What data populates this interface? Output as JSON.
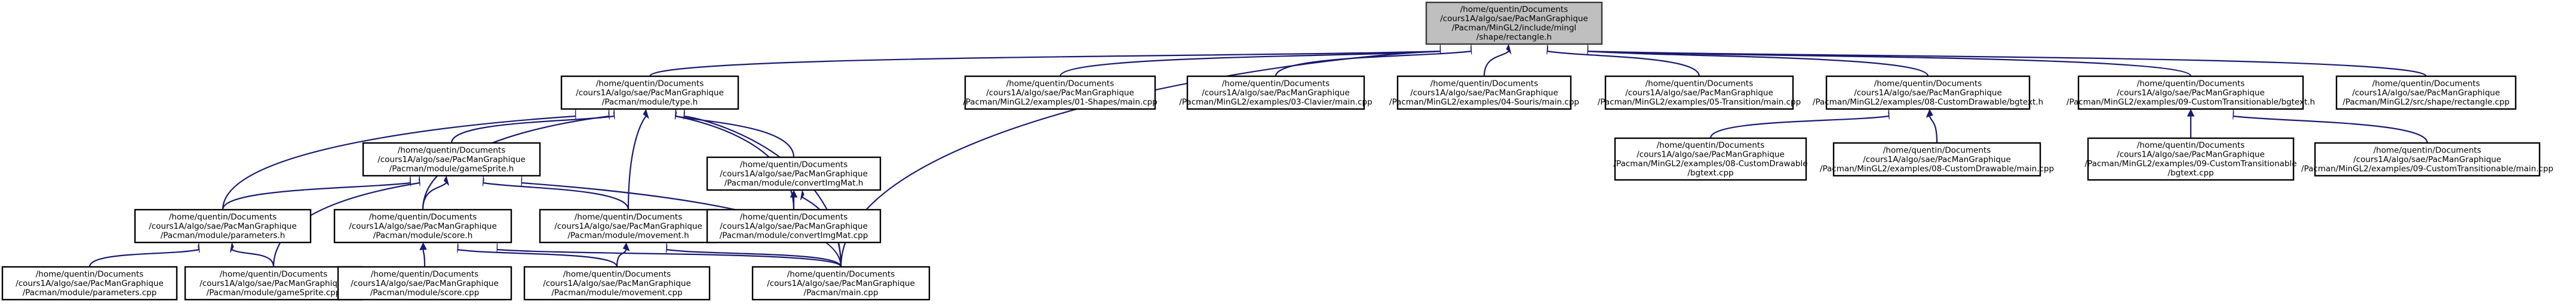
{
  "diagram": {
    "type": "doxygen-include-dependency-graph",
    "colors": {
      "edge": "#191970",
      "root_fill": "#bfbfbf",
      "node_fill": "#ffffff",
      "border": "#000000"
    },
    "nodes": [
      {
        "id": "rectangle_h",
        "root": true,
        "lines": [
          "/home/quentin/Documents",
          "/cours1A/algo/sae/PacManGraphique",
          "/Pacman/MinGL2/include/mingl",
          "/shape/rectangle.h"
        ]
      },
      {
        "id": "type_h",
        "lines": [
          "/home/quentin/Documents",
          "/cours1A/algo/sae/PacManGraphique",
          "/Pacman/module/type.h"
        ]
      },
      {
        "id": "ex01",
        "lines": [
          "/home/quentin/Documents",
          "/cours1A/algo/sae/PacManGraphique",
          "/Pacman/MinGL2/examples/01-Shapes/main.cpp"
        ]
      },
      {
        "id": "ex03",
        "lines": [
          "/home/quentin/Documents",
          "/cours1A/algo/sae/PacManGraphique",
          "/Pacman/MinGL2/examples/03-Clavier/main.cpp"
        ]
      },
      {
        "id": "ex04",
        "lines": [
          "/home/quentin/Documents",
          "/cours1A/algo/sae/PacManGraphique",
          "/Pacman/MinGL2/examples/04-Souris/main.cpp"
        ]
      },
      {
        "id": "ex05",
        "lines": [
          "/home/quentin/Documents",
          "/cours1A/algo/sae/PacManGraphique",
          "/Pacman/MinGL2/examples/05-Transition/main.cpp"
        ]
      },
      {
        "id": "bgtext_h08",
        "lines": [
          "/home/quentin/Documents",
          "/cours1A/algo/sae/PacManGraphique",
          "/Pacman/MinGL2/examples/08-CustomDrawable/bgtext.h"
        ]
      },
      {
        "id": "bgtext_h09",
        "lines": [
          "/home/quentin/Documents",
          "/cours1A/algo/sae/PacManGraphique",
          "/Pacman/MinGL2/examples/09-CustomTransitionable/bgtext.h"
        ]
      },
      {
        "id": "rect_cpp",
        "lines": [
          "/home/quentin/Documents",
          "/cours1A/algo/sae/PacManGraphique",
          "/Pacman/MinGL2/src/shape/rectangle.cpp"
        ]
      },
      {
        "id": "gamesprite_h",
        "lines": [
          "/home/quentin/Documents",
          "/cours1A/algo/sae/PacManGraphique",
          "/Pacman/module/gameSprite.h"
        ]
      },
      {
        "id": "convertimgmat_h",
        "lines": [
          "/home/quentin/Documents",
          "/cours1A/algo/sae/PacManGraphique",
          "/Pacman/module/convertImgMat.h"
        ]
      },
      {
        "id": "parameters_h",
        "lines": [
          "/home/quentin/Documents",
          "/cours1A/algo/sae/PacManGraphique",
          "/Pacman/module/parameters.h"
        ]
      },
      {
        "id": "score_h",
        "lines": [
          "/home/quentin/Documents",
          "/cours1A/algo/sae/PacManGraphique",
          "/Pacman/module/score.h"
        ]
      },
      {
        "id": "movement_h",
        "lines": [
          "/home/quentin/Documents",
          "/cours1A/algo/sae/PacManGraphique",
          "/Pacman/module/movement.h"
        ]
      },
      {
        "id": "convertimgmat_cpp",
        "lines": [
          "/home/quentin/Documents",
          "/cours1A/algo/sae/PacManGraphique",
          "/Pacman/module/convertImgMat.cpp"
        ]
      },
      {
        "id": "parameters_cpp",
        "lines": [
          "/home/quentin/Documents",
          "/cours1A/algo/sae/PacManGraphique",
          "/Pacman/module/parameters.cpp"
        ]
      },
      {
        "id": "gamesprite_cpp",
        "lines": [
          "/home/quentin/Documents",
          "/cours1A/algo/sae/PacManGraphique",
          "/Pacman/module/gameSprite.cpp"
        ]
      },
      {
        "id": "score_cpp",
        "lines": [
          "/home/quentin/Documents",
          "/cours1A/algo/sae/PacManGraphique",
          "/Pacman/module/score.cpp"
        ]
      },
      {
        "id": "movement_cpp",
        "lines": [
          "/home/quentin/Documents",
          "/cours1A/algo/sae/PacManGraphique",
          "/Pacman/module/movement.cpp"
        ]
      },
      {
        "id": "main_cpp",
        "lines": [
          "/home/quentin/Documents",
          "/cours1A/algo/sae/PacManGraphique",
          "/Pacman/main.cpp"
        ]
      },
      {
        "id": "bgtext_cpp08",
        "lines": [
          "/home/quentin/Documents",
          "/cours1A/algo/sae/PacManGraphique",
          "/Pacman/MinGL2/examples/08-CustomDrawable",
          "/bgtext.cpp"
        ]
      },
      {
        "id": "main08",
        "lines": [
          "/home/quentin/Documents",
          "/cours1A/algo/sae/PacManGraphique",
          "/Pacman/MinGL2/examples/08-CustomDrawable/main.cpp"
        ]
      },
      {
        "id": "bgtext_cpp09",
        "lines": [
          "/home/quentin/Documents",
          "/cours1A/algo/sae/PacManGraphique",
          "/Pacman/MinGL2/examples/09-CustomTransitionable",
          "/bgtext.cpp"
        ]
      },
      {
        "id": "main09",
        "lines": [
          "/home/quentin/Documents",
          "/cours1A/algo/sae/PacManGraphique",
          "/Pacman/MinGL2/examples/09-CustomTransitionable/main.cpp"
        ]
      }
    ],
    "edges": [
      {
        "from": "rectangle_h",
        "to": "type_h"
      },
      {
        "from": "rectangle_h",
        "to": "ex01"
      },
      {
        "from": "rectangle_h",
        "to": "ex03"
      },
      {
        "from": "rectangle_h",
        "to": "ex04"
      },
      {
        "from": "rectangle_h",
        "to": "ex05"
      },
      {
        "from": "rectangle_h",
        "to": "bgtext_h08"
      },
      {
        "from": "rectangle_h",
        "to": "bgtext_h09"
      },
      {
        "from": "rectangle_h",
        "to": "rect_cpp"
      },
      {
        "from": "rectangle_h",
        "to": "main_cpp"
      },
      {
        "from": "type_h",
        "to": "gamesprite_h"
      },
      {
        "from": "type_h",
        "to": "convertimgmat_h"
      },
      {
        "from": "type_h",
        "to": "parameters_h"
      },
      {
        "from": "type_h",
        "to": "score_h"
      },
      {
        "from": "type_h",
        "to": "movement_h"
      },
      {
        "from": "type_h",
        "to": "convertimgmat_cpp"
      },
      {
        "from": "type_h",
        "to": "main_cpp"
      },
      {
        "from": "gamesprite_h",
        "to": "parameters_h"
      },
      {
        "from": "gamesprite_h",
        "to": "score_h"
      },
      {
        "from": "gamesprite_h",
        "to": "movement_h"
      },
      {
        "from": "gamesprite_h",
        "to": "gamesprite_cpp"
      },
      {
        "from": "gamesprite_h",
        "to": "main_cpp"
      },
      {
        "from": "convertimgmat_h",
        "to": "convertimgmat_cpp"
      },
      {
        "from": "convertimgmat_h",
        "to": "main_cpp"
      },
      {
        "from": "parameters_h",
        "to": "parameters_cpp"
      },
      {
        "from": "parameters_h",
        "to": "gamesprite_cpp"
      },
      {
        "from": "score_h",
        "to": "score_cpp"
      },
      {
        "from": "score_h",
        "to": "movement_cpp"
      },
      {
        "from": "score_h",
        "to": "main_cpp"
      },
      {
        "from": "movement_h",
        "to": "movement_cpp"
      },
      {
        "from": "movement_h",
        "to": "main_cpp"
      },
      {
        "from": "bgtext_h08",
        "to": "bgtext_cpp08"
      },
      {
        "from": "bgtext_h08",
        "to": "main08"
      },
      {
        "from": "bgtext_h09",
        "to": "bgtext_cpp09"
      },
      {
        "from": "bgtext_h09",
        "to": "main09"
      }
    ]
  }
}
